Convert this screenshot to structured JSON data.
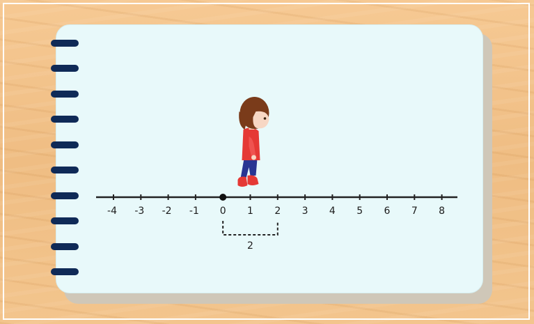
{
  "number_line": {
    "ticks": [
      "-4",
      "-3",
      "-2",
      "-1",
      "0",
      "1",
      "2",
      "3",
      "4",
      "5",
      "6",
      "7",
      "8"
    ],
    "marked_point": "0",
    "bracket_from": "0",
    "bracket_to": "2",
    "gap_label": "2"
  },
  "character": {
    "position": "1",
    "hair_color": "#7a3b1a",
    "shirt_color": "#e53935",
    "pants_color": "#283593"
  },
  "colors": {
    "page": "#e8f9fa",
    "rings": "#0f2a57",
    "table": "#f2c48f"
  }
}
